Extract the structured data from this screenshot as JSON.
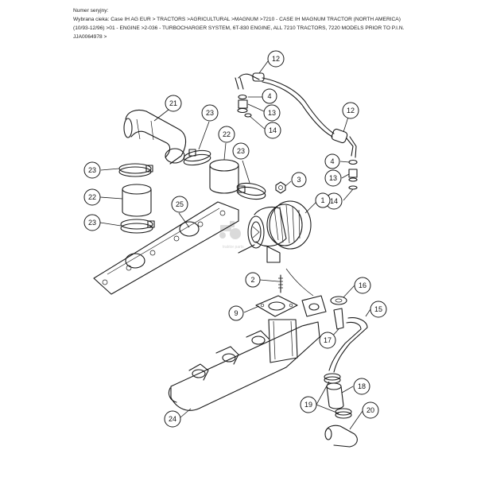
{
  "header": {
    "line1": "Numer seryjny:",
    "line2": "Wybrana cieka: Case IH AG EUR > TRACTORS >AGRICULTURAL >MAGNUM >7210 - CASE IH MAGNUM TRACTOR (NORTH AMERICA)",
    "line3": "(10/93-12/96) >01 - ENGINE >2-036 - TURBOCHARGER SYSTEM, 6T-830 ENGINE, ALL 7210 TRACTORS, 7220 MODELS PRIOR TO P.I.N.",
    "line4": "JJA0064978 >"
  },
  "callouts": [
    {
      "id": "c12a",
      "label": "12"
    },
    {
      "id": "c4a",
      "label": "4"
    },
    {
      "id": "c13a",
      "label": "13"
    },
    {
      "id": "c14a",
      "label": "14"
    },
    {
      "id": "c12b",
      "label": "12"
    },
    {
      "id": "c21",
      "label": "21"
    },
    {
      "id": "c23a",
      "label": "23"
    },
    {
      "id": "c22a",
      "label": "22"
    },
    {
      "id": "c23b",
      "label": "23"
    },
    {
      "id": "c23c",
      "label": "23"
    },
    {
      "id": "c22b",
      "label": "22"
    },
    {
      "id": "c23d",
      "label": "23"
    },
    {
      "id": "c25",
      "label": "25"
    },
    {
      "id": "c3",
      "label": "3"
    },
    {
      "id": "c4b",
      "label": "4"
    },
    {
      "id": "c13b",
      "label": "13"
    },
    {
      "id": "c14b",
      "label": "14"
    },
    {
      "id": "c1",
      "label": "1"
    },
    {
      "id": "c2",
      "label": "2"
    },
    {
      "id": "c9",
      "label": "9"
    },
    {
      "id": "c16",
      "label": "16"
    },
    {
      "id": "c15",
      "label": "15"
    },
    {
      "id": "c17",
      "label": "17"
    },
    {
      "id": "c18",
      "label": "18"
    },
    {
      "id": "c19",
      "label": "19"
    },
    {
      "id": "c20",
      "label": "20"
    },
    {
      "id": "c24",
      "label": "24"
    }
  ],
  "watermark": {
    "text": "traktor parts"
  }
}
